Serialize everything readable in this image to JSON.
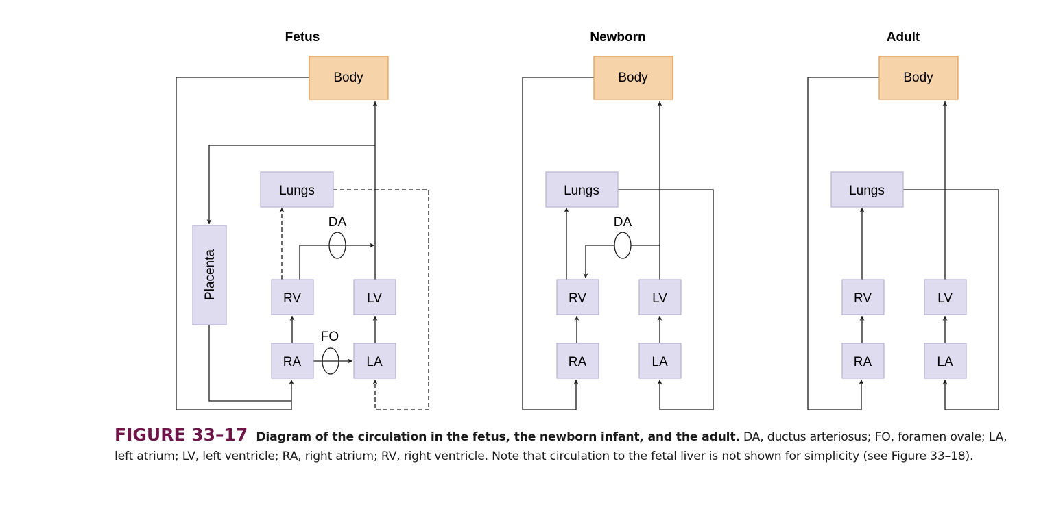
{
  "panels": [
    {
      "id": "fetus",
      "title": "Fetus"
    },
    {
      "id": "newborn",
      "title": "Newborn"
    },
    {
      "id": "adult",
      "title": "Adult"
    }
  ],
  "nodes": {
    "body": "Body",
    "lungs": "Lungs",
    "placenta": "Placenta",
    "rv": "RV",
    "lv": "LV",
    "ra": "RA",
    "la": "LA",
    "da": "DA",
    "fo": "FO"
  },
  "colors": {
    "body_fill": "#f6d3a9",
    "body_stroke": "#e69a4c",
    "node_fill": "#e0dcef",
    "node_stroke": "#b7b0d8",
    "line": "#1a1a1a",
    "figure_label": "#6d1548"
  },
  "caption": {
    "label": "FIGURE 33–17",
    "title": "Diagram of the circulation in the fetus, the newborn infant, and the adult.",
    "text": "DA, ductus arteriosus; FO, foramen ovale; LA, left atrium; LV, left ventricle; RA, right atrium; RV, right ventricle. Note that circulation to the fetal liver is not shown for simplicity (see Figure 33–18)."
  }
}
